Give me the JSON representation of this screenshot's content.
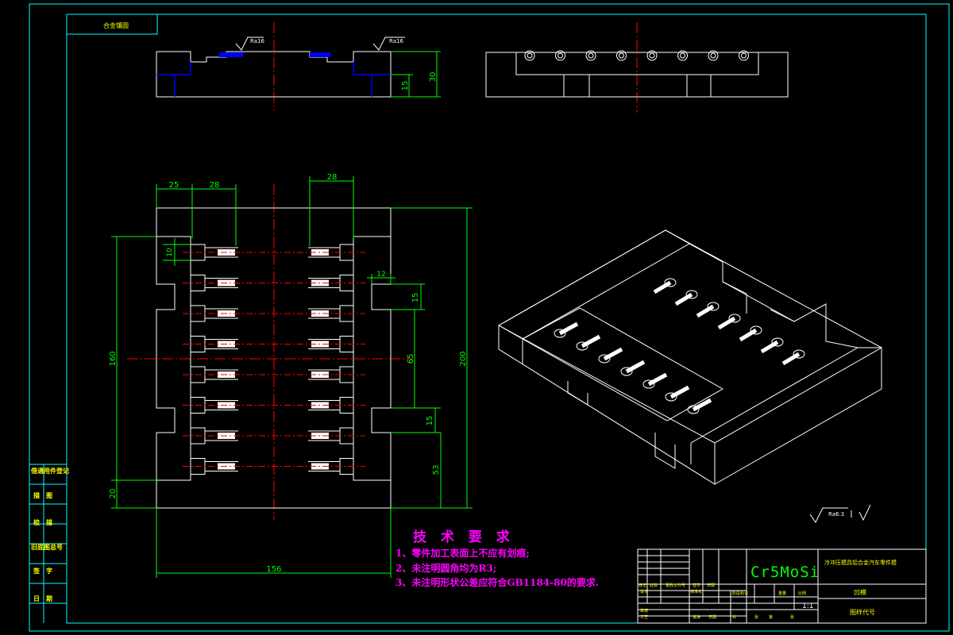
{
  "corner_box_label": "合金镶圆",
  "left_margin_labels": [
    "借通用件登记",
    "描　图",
    "校　描",
    "旧底图总号",
    "签　字",
    "日　期"
  ],
  "dimensions": {
    "top_height": "30",
    "top_step": "15",
    "w25": "25",
    "w28_left": "28",
    "w28_right": "28",
    "h10": "10",
    "w12": "12",
    "h15_upper": "15",
    "h65": "65",
    "h15_lower": "15",
    "h53": "53",
    "h160": "160",
    "h200": "200",
    "h20": "20",
    "w156": "156"
  },
  "roughness": {
    "top_left": "Ra16",
    "top_right": "Ra16",
    "general": "Ra6.3"
  },
  "technical_requirements": {
    "title": "技 术 要 求",
    "items": [
      "1、零件加工表面上不应有划痕;",
      "2、未注明圆角均为R3;",
      "3、未注明形状公差应符合GB1184-80的要求."
    ]
  },
  "title_block": {
    "material": "Cr5MoSi",
    "drawing_name": "冷冲压模具铝合金汽车零件模",
    "part_name": "凹模",
    "scale": "1:1",
    "drawing_code": "图样代号",
    "headers": [
      "标记",
      "处数",
      "更改文件号",
      "签字",
      "日期"
    ],
    "rows": [
      "设计",
      "审核",
      "工艺"
    ],
    "std": "标准化",
    "approve": "批准",
    "stage": [
      "阶段标记",
      "重量",
      "比例"
    ],
    "sheet": [
      "共",
      "张",
      "第",
      "张"
    ],
    "date": "日期"
  },
  "colors": {
    "frame": "#00ffff",
    "part": "#ffffff",
    "dimension": "#00ff00",
    "center": "#ff0000",
    "hidden": "#0000ff",
    "text_magenta": "#ff00ff",
    "text_yellow": "#ffff00"
  }
}
